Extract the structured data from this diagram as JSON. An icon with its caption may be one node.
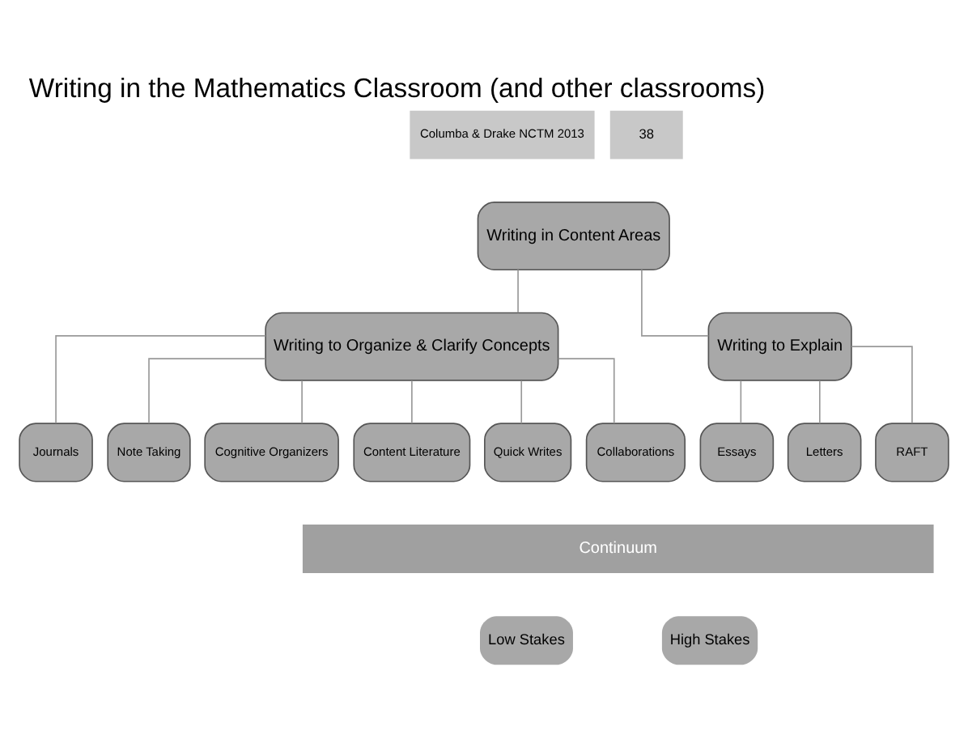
{
  "diagram": {
    "title": "Writing in the Mathematics Classroom (and other classrooms)",
    "nodes": [
      {
        "text": [
          "Writing in Content Areas"
        ]
      },
      {
        "text": [
          "Writing to Organize & Clarify Concepts"
        ]
      },
      {
        "text": [
          "Writing to Explain"
        ]
      },
      {
        "text": [
          "Journals"
        ]
      },
      {
        "text": [
          "Note Taking"
        ]
      },
      {
        "text": [
          "Cognitive Organizers"
        ]
      },
      {
        "text": [
          "Content Literature"
        ]
      },
      {
        "text": [
          "Quick Writes"
        ]
      },
      {
        "text": [
          "Collaborations"
        ]
      },
      {
        "text": [
          "Essays"
        ]
      },
      {
        "text": [
          "Letters"
        ]
      },
      {
        "text": [
          "RAFT"
        ]
      }
    ],
    "edges": [
      {
        "from": 0,
        "to": 1,
        "arrow": "none"
      },
      {
        "from": 0,
        "to": 2,
        "arrow": "none"
      },
      {
        "from": 1,
        "to": 3,
        "arrow": "none"
      },
      {
        "from": 1,
        "to": 4,
        "arrow": "none"
      },
      {
        "from": 1,
        "to": 5,
        "arrow": "none"
      },
      {
        "from": 1,
        "to": 6,
        "arrow": "none"
      },
      {
        "from": 1,
        "to": 7,
        "arrow": "none"
      },
      {
        "from": 1,
        "to": 8,
        "arrow": "none"
      },
      {
        "from": 2,
        "to": 9,
        "arrow": "none"
      },
      {
        "from": 2,
        "to": 10,
        "arrow": "none"
      },
      {
        "from": 2,
        "to": 11,
        "arrow": "none"
      }
    ],
    "labels": [
      "Columba & Drake NCTM 2013",
      "38",
      "Continuum",
      "Low Stakes",
      "High Stakes"
    ]
  }
}
